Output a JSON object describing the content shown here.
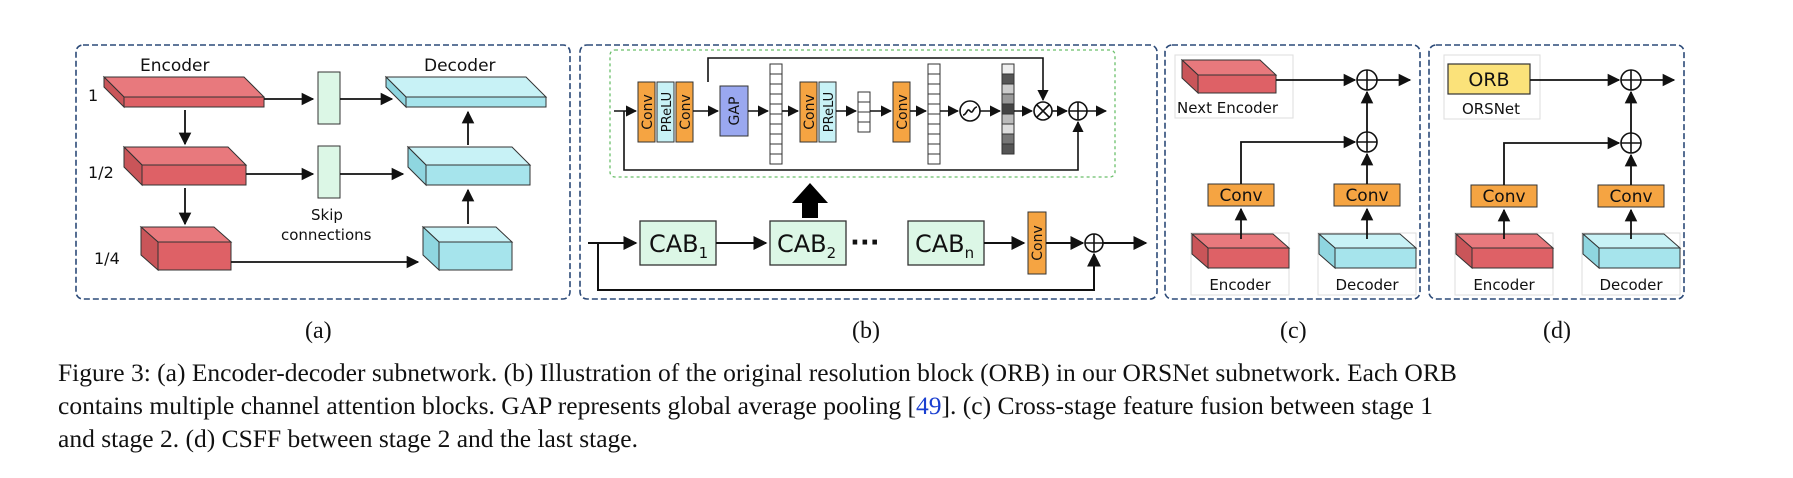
{
  "panel_a": {
    "encoder_label": "Encoder",
    "decoder_label": "Decoder",
    "scales": [
      "1",
      "1/2",
      "1/4"
    ],
    "skip_label_line1": "Skip",
    "skip_label_line2": "connections"
  },
  "panel_b": {
    "conv": "Conv",
    "prelu": "PReLU",
    "gap": "GAP",
    "cab_main": "CAB",
    "cab_subscripts": [
      "1",
      "2",
      "n"
    ],
    "dots": "···"
  },
  "panel_c": {
    "conv": "Conv",
    "next_encoder": "Next Encoder",
    "encoder": "Encoder",
    "decoder": "Decoder"
  },
  "panel_d": {
    "orb": "ORB",
    "orsnet": "ORSNet",
    "conv": "Conv",
    "encoder": "Encoder",
    "decoder": "Decoder"
  },
  "panel_labels": [
    "(a)",
    "(b)",
    "(c)",
    "(d)"
  ],
  "caption": {
    "line1": "Figure 3: (a) Encoder-decoder subnetwork. (b) Illustration of the original resolution block (ORB) in our ORSNet subnetwork. Each ORB",
    "line2_pre": "contains multiple channel attention blocks. GAP represents global average pooling [",
    "line2_ref": "49",
    "line2_post": "]. (c) Cross-stage feature fusion between stage 1",
    "line3": "and stage 2. (d) CSFF between stage 2 and the last stage."
  },
  "colors": {
    "panel_border": "#2c4a78",
    "encoder_fill": "#e8797d",
    "decoder_fill": "#c8f2f6",
    "conv_fill": "#f5a442",
    "gap_fill": "#9aa8f0",
    "cab_fill": "#dcf7e6",
    "orb_fill": "#fbe27a"
  }
}
